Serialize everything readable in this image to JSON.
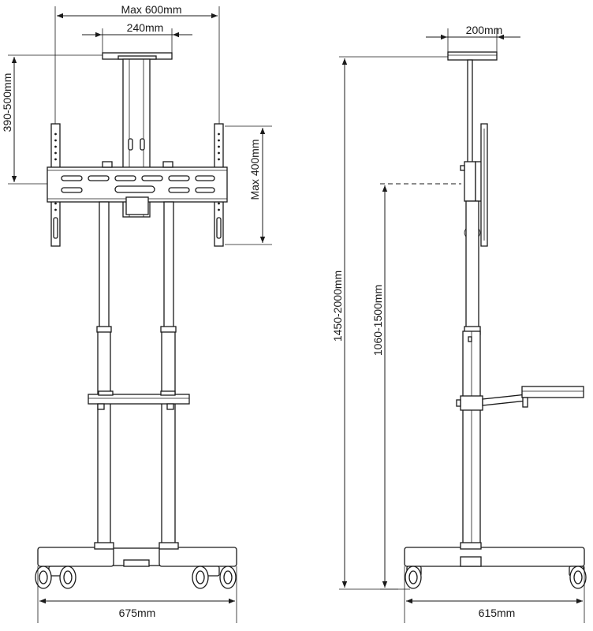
{
  "front_view": {
    "dimensions": {
      "max_width": "Max 600mm",
      "plate_width": "240mm",
      "vertical_range": "390-500mm",
      "max_height": "Max 400mm",
      "base_width": "675mm"
    }
  },
  "side_view": {
    "dimensions": {
      "plate_depth": "200mm",
      "total_height": "1450-2000mm",
      "center_height": "1060-1500mm",
      "base_depth": "615mm"
    }
  }
}
